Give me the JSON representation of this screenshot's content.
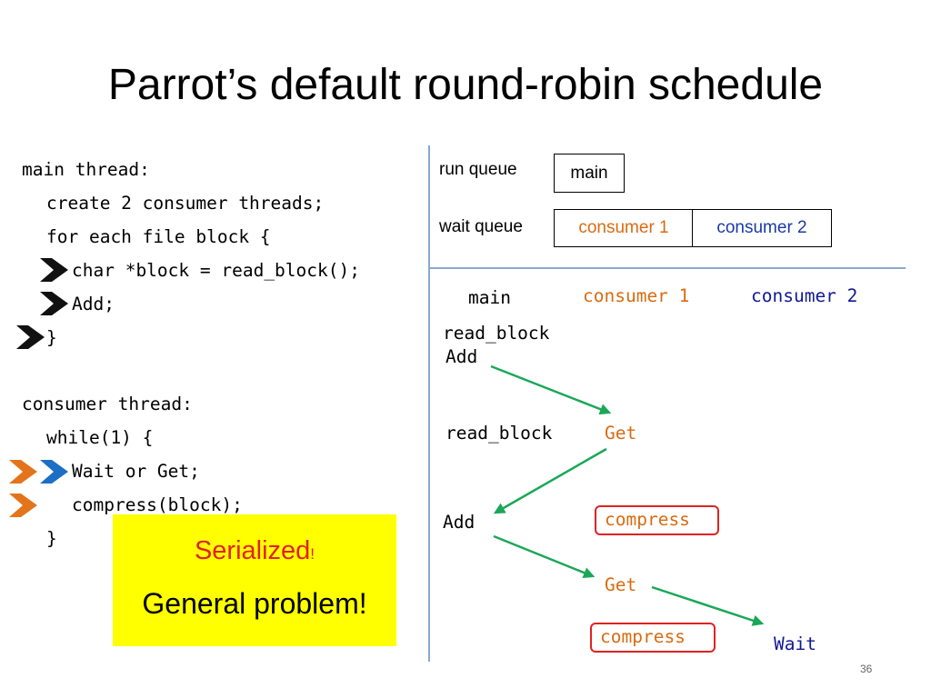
{
  "slide": {
    "title": "Parrot’s default round-robin schedule",
    "page_number": "36"
  },
  "code": {
    "lines": [
      "main thread:",
      "create 2 consumer threads;",
      "for each file block {",
      "char *block = read_block();",
      "Add;",
      "}",
      "consumer thread:",
      "while(1) {",
      "Wait or Get;",
      "compress(block);",
      "}"
    ]
  },
  "queues": {
    "run_label": "run queue",
    "run_items": [
      "main"
    ],
    "wait_label": "wait queue",
    "wait_items": [
      "consumer 1",
      "consumer 2"
    ]
  },
  "timeline": {
    "headers": [
      "main",
      "consumer 1",
      "consumer 2"
    ],
    "events": [
      "read_block",
      "Add",
      "read_block",
      "Get",
      "Add",
      "compress",
      "Get",
      "compress",
      "Wait"
    ]
  },
  "callout": {
    "line1_main": "Serialized",
    "line1_suffix": "!",
    "line2": "General problem!"
  },
  "colors": {
    "consumer1": "#d86c12",
    "consumer2": "#1a3aa6",
    "arrow_green": "#1aa858",
    "highlight": "#ffff00",
    "red": "#e02222",
    "divider": "#8aa8cf"
  },
  "icons": [
    "pointer-arrow-icon-black",
    "pointer-arrow-icon-orange",
    "pointer-arrow-icon-blue"
  ]
}
